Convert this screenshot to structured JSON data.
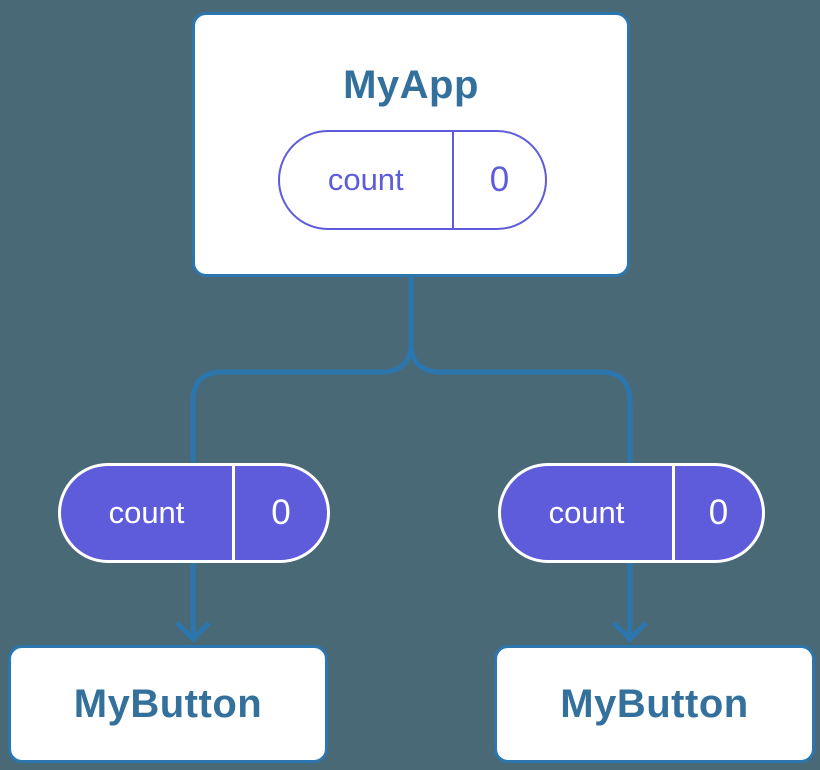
{
  "diagram": {
    "description": "Component tree with shared state",
    "root": {
      "title": "MyApp",
      "state": {
        "label": "count",
        "value": "0"
      }
    },
    "children": [
      {
        "title": "MyButton",
        "state": {
          "label": "count",
          "value": "0"
        }
      },
      {
        "title": "MyButton",
        "state": {
          "label": "count",
          "value": "0"
        }
      }
    ]
  },
  "colors": {
    "background": "#4a6977",
    "connector": "#2b76ae",
    "node-border": "#2b76ae",
    "node-fill": "#ffffff",
    "node-title": "#33709c",
    "state-accent": "#5e5cdb",
    "state-filled-text": "#ffffff"
  }
}
